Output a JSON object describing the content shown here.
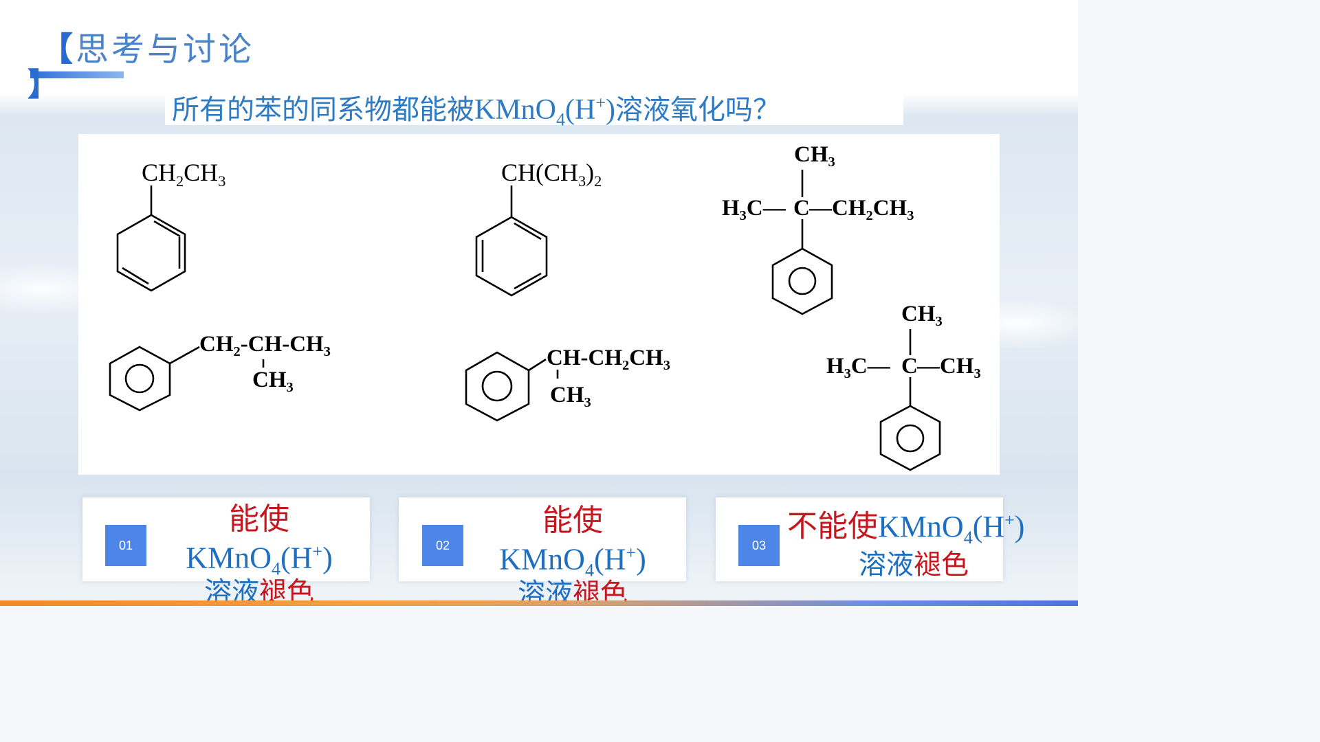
{
  "header": {
    "bracket_open": "【",
    "title": "思考与讨论",
    "bracket_close": "】"
  },
  "question": {
    "prefix": "所有的苯的同系物都能被",
    "reagent": "KMnO",
    "reagent_sub": "4",
    "acid_open": "(H",
    "acid_sup": "+",
    "acid_close": ")",
    "suffix": "溶液氧化吗？"
  },
  "structures": {
    "s1": {
      "a": "CH",
      "b": "2",
      "c": "CH",
      "d": "3"
    },
    "s2": {
      "a": "CH(CH",
      "b": "3",
      "c": ")",
      "d": "2"
    },
    "s3": {
      "top": "CH",
      "top_sub": "3",
      "left": "H",
      "left_sub": "3",
      "left_c": "C—",
      "center": "C",
      "right": "—CH",
      "right_sub": "2",
      "right_b": "CH",
      "right_sub2": "3"
    },
    "s4": {
      "main": "CH",
      "main_sub": "2",
      "main_b": "-CH-CH",
      "main_sub2": "3",
      "branch": "CH",
      "branch_sub": "3"
    },
    "s5": {
      "main": "CH-CH",
      "main_sub": "2",
      "main_b": "CH",
      "main_sub2": "3",
      "branch": "CH",
      "branch_sub": "3"
    },
    "s6": {
      "top": "CH",
      "top_sub": "3",
      "left": "H",
      "left_sub": "3",
      "left_c": "C—",
      "center": "C",
      "right": "—CH",
      "right_sub": "3"
    }
  },
  "answers": [
    {
      "number": "01",
      "line1": "能使",
      "reagent": "KMnO",
      "sub": "4",
      "acid_open": "(H",
      "sup": "+",
      "acid_close": ")",
      "sol": "溶液",
      "decolor": "褪色"
    },
    {
      "number": "02",
      "line1": "能使",
      "reagent": "KMnO",
      "sub": "4",
      "acid_open": "(H",
      "sup": "+",
      "acid_close": ")",
      "sol": "溶液",
      "decolor": "褪色"
    },
    {
      "number": "03",
      "line1": "不能使",
      "reagent": "KMnO",
      "sub": "4",
      "acid_open": "(H",
      "sup": "+",
      "acid_close": ")",
      "sol": "溶液",
      "decolor": "褪色"
    }
  ],
  "colors": {
    "title_blue": "#4a83c8",
    "question_blue": "#2e7bc4",
    "answer_red": "#c8161e",
    "answer_blue": "#1f6fc0",
    "badge_blue": "#4d86e6"
  }
}
